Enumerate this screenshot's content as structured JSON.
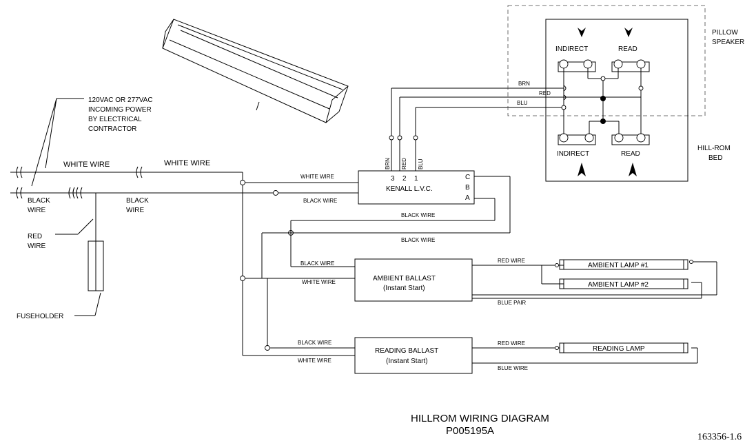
{
  "title": "HILLROM WIRING DIAGRAM",
  "drawing_number": "P005195A",
  "doc_code": "163356-1.6",
  "power_note": [
    "120VAC OR 277VAC",
    "INCOMING POWER",
    "BY ELECTRICAL",
    "CONTRACTOR"
  ],
  "wires": {
    "white": "WHITE WIRE",
    "black": "BLACK WIRE",
    "black_split": [
      "BLACK",
      "WIRE"
    ],
    "red_split": [
      "RED",
      "WIRE"
    ],
    "red": "RED WIRE",
    "blue_pair": "BLUE PAIR",
    "blue": "BLUE WIRE",
    "brn": "BRN",
    "red_short": "RED",
    "blu": "BLU"
  },
  "fuseholder": "FUSEHOLDER",
  "lvc": {
    "name": "KENALL L.V.C.",
    "terminals_top": [
      "3",
      "2",
      "1"
    ],
    "terminals_side": [
      "C",
      "B",
      "A"
    ]
  },
  "ambient_ballast": [
    "AMBIENT BALLAST",
    "(Instant Start)"
  ],
  "reading_ballast": [
    "READING BALLAST",
    "(Instant Start)"
  ],
  "lamps": [
    "AMBIENT LAMP #1",
    "AMBIENT LAMP #2",
    "READING LAMP"
  ],
  "pillow_speaker": [
    "PILLOW",
    "SPEAKER"
  ],
  "hill_rom_bed": [
    "HILL-ROM",
    "BED"
  ],
  "switch_labels": {
    "indirect": "INDIRECT",
    "read": "READ"
  }
}
